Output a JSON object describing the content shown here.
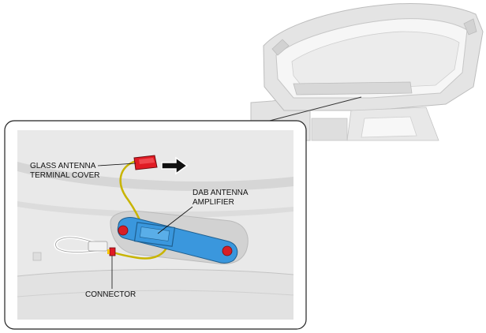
{
  "labels": {
    "glass_antenna_terminal_cover": [
      "GLASS ANTENNA",
      "TERMINAL COVER"
    ],
    "dab_antenna_amplifier": [
      "DAB ANTENNA",
      "AMPLIFIER"
    ],
    "connector": "CONNECTOR"
  },
  "colors": {
    "amplifier_body": "#3a97dd",
    "terminal_cover": "#e01b24",
    "amplifier_mount": "#d81f26",
    "wire": "#c8b400",
    "connector": "#e01b24",
    "panel_fill": "#e9e9e9",
    "panel_shadow": "#c9c9c9",
    "outline": "#222222"
  },
  "icons": {
    "direction_arrow": "right-arrow-icon",
    "vehicle": "vehicle-liftgate-view"
  }
}
